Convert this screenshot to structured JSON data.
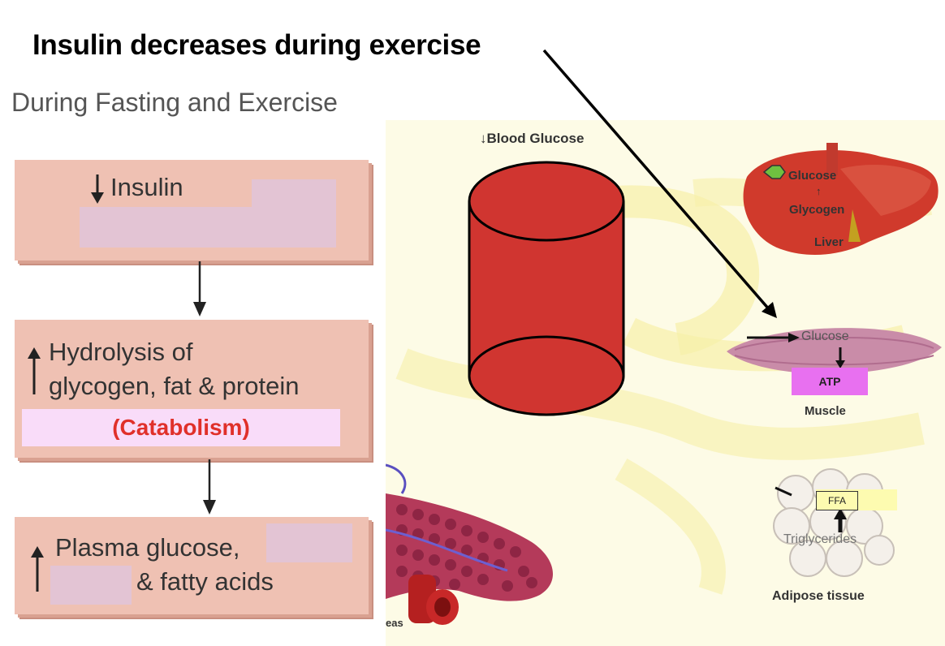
{
  "title": "Insulin decreases during exercise",
  "subtitle": "During Fasting and Exercise",
  "flow": {
    "box1": {
      "arrow": "down",
      "line1": "Insulin"
    },
    "box2": {
      "arrow": "up",
      "line1": "Hydrolysis of",
      "line2": "glycogen, fat & protein",
      "highlight": "(Catabolism)"
    },
    "box3": {
      "arrow": "up",
      "line1": "Plasma glucose,",
      "line2": "& fatty acids"
    }
  },
  "scene": {
    "blood_label": "↓Blood Glucose",
    "liver": {
      "glucose": "Glucose",
      "arrow": "↑",
      "glycogen": "Glycogen",
      "label": "Liver"
    },
    "muscle": {
      "glucose": "Glucose",
      "atp": "ATP",
      "label": "Muscle"
    },
    "adipose": {
      "ffa": "FFA",
      "triglycerides": "Triglycerides",
      "label": "Adipose tissue"
    },
    "pancreas_partial": "eas"
  },
  "colors": {
    "box_fill": "#efc1b3",
    "mask": "#e3c4d4",
    "catabolism_fill": "#f9dcf9",
    "catabolism_text": "#e0302a",
    "cylinder": "#d03530",
    "atp_fill": "#e870f0",
    "ffa_fill": "#fdfbb0",
    "scene_bg": "#fdfbe6"
  }
}
